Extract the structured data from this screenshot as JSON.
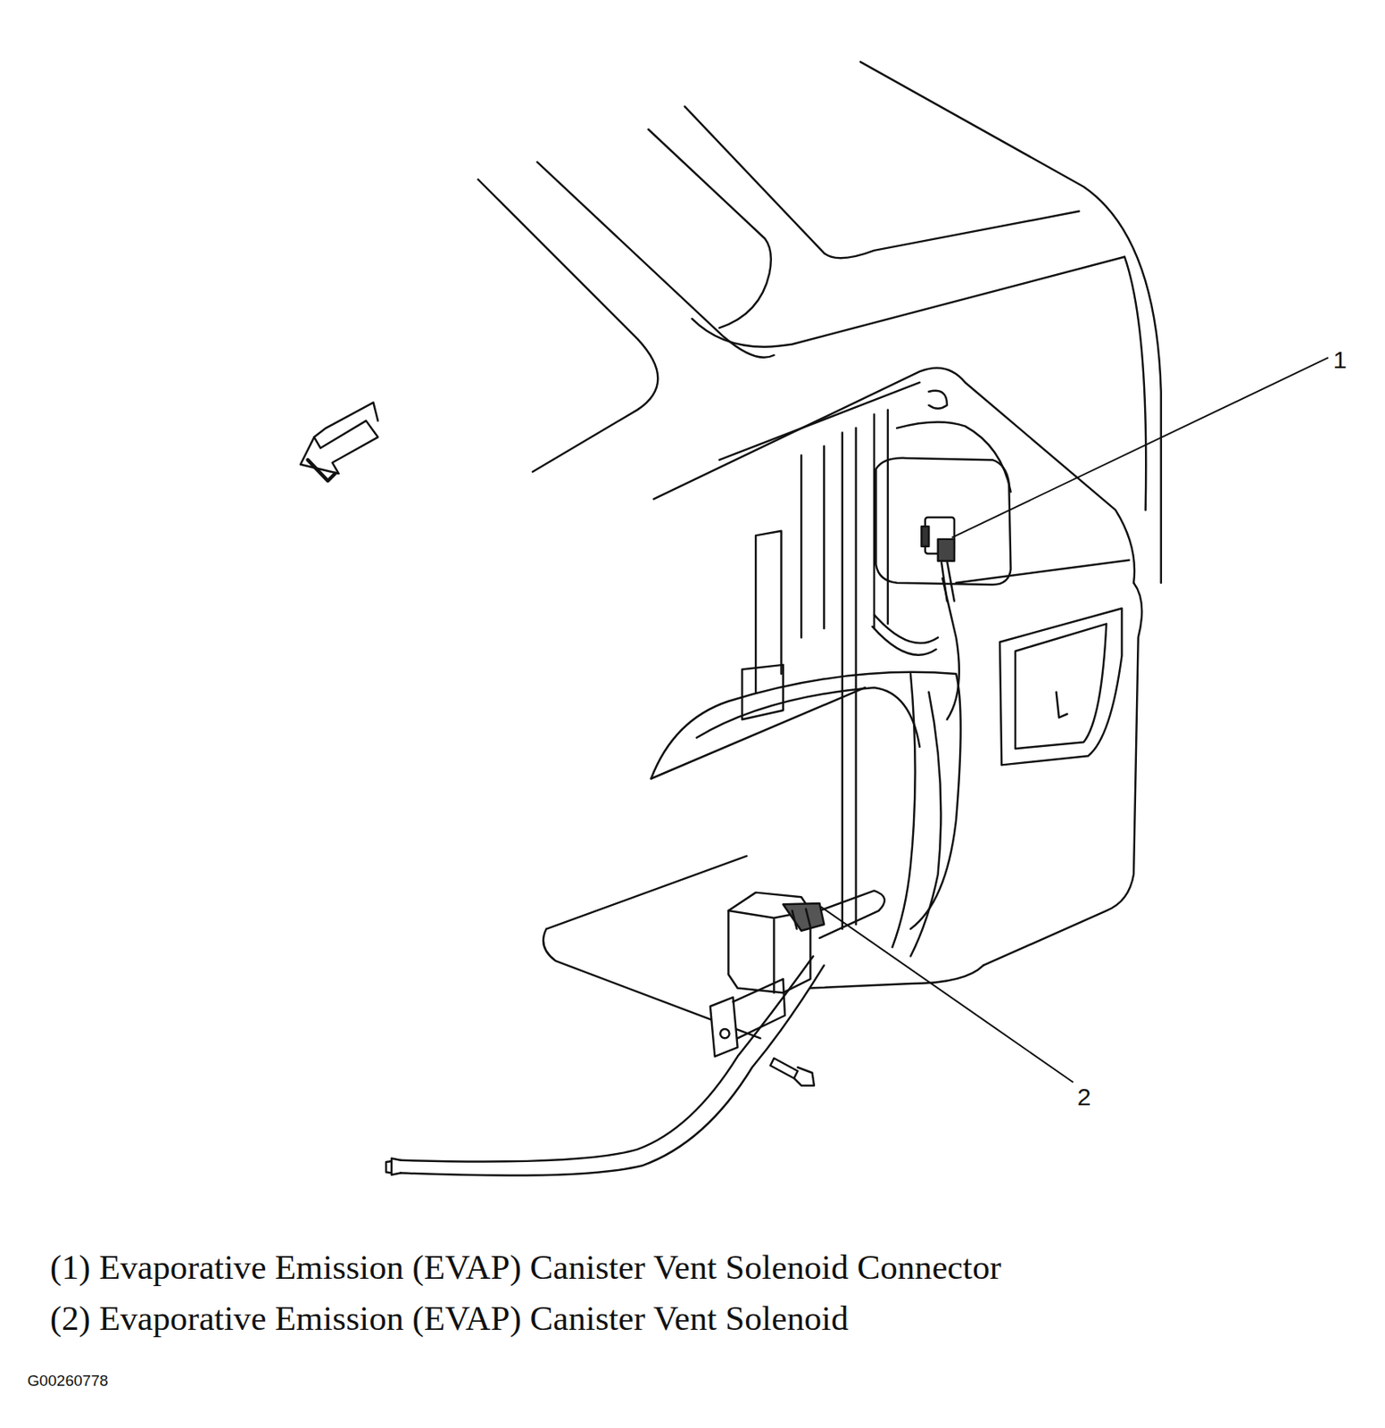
{
  "diagram": {
    "labels": [
      "1",
      "2",
      "(1) Evaporative Emission (EVAP) Canister Vent Solenoid Connector",
      "(2) Evaporative Emission (EVAP) Canister Vent Solenoid",
      "G00260778"
    ]
  }
}
